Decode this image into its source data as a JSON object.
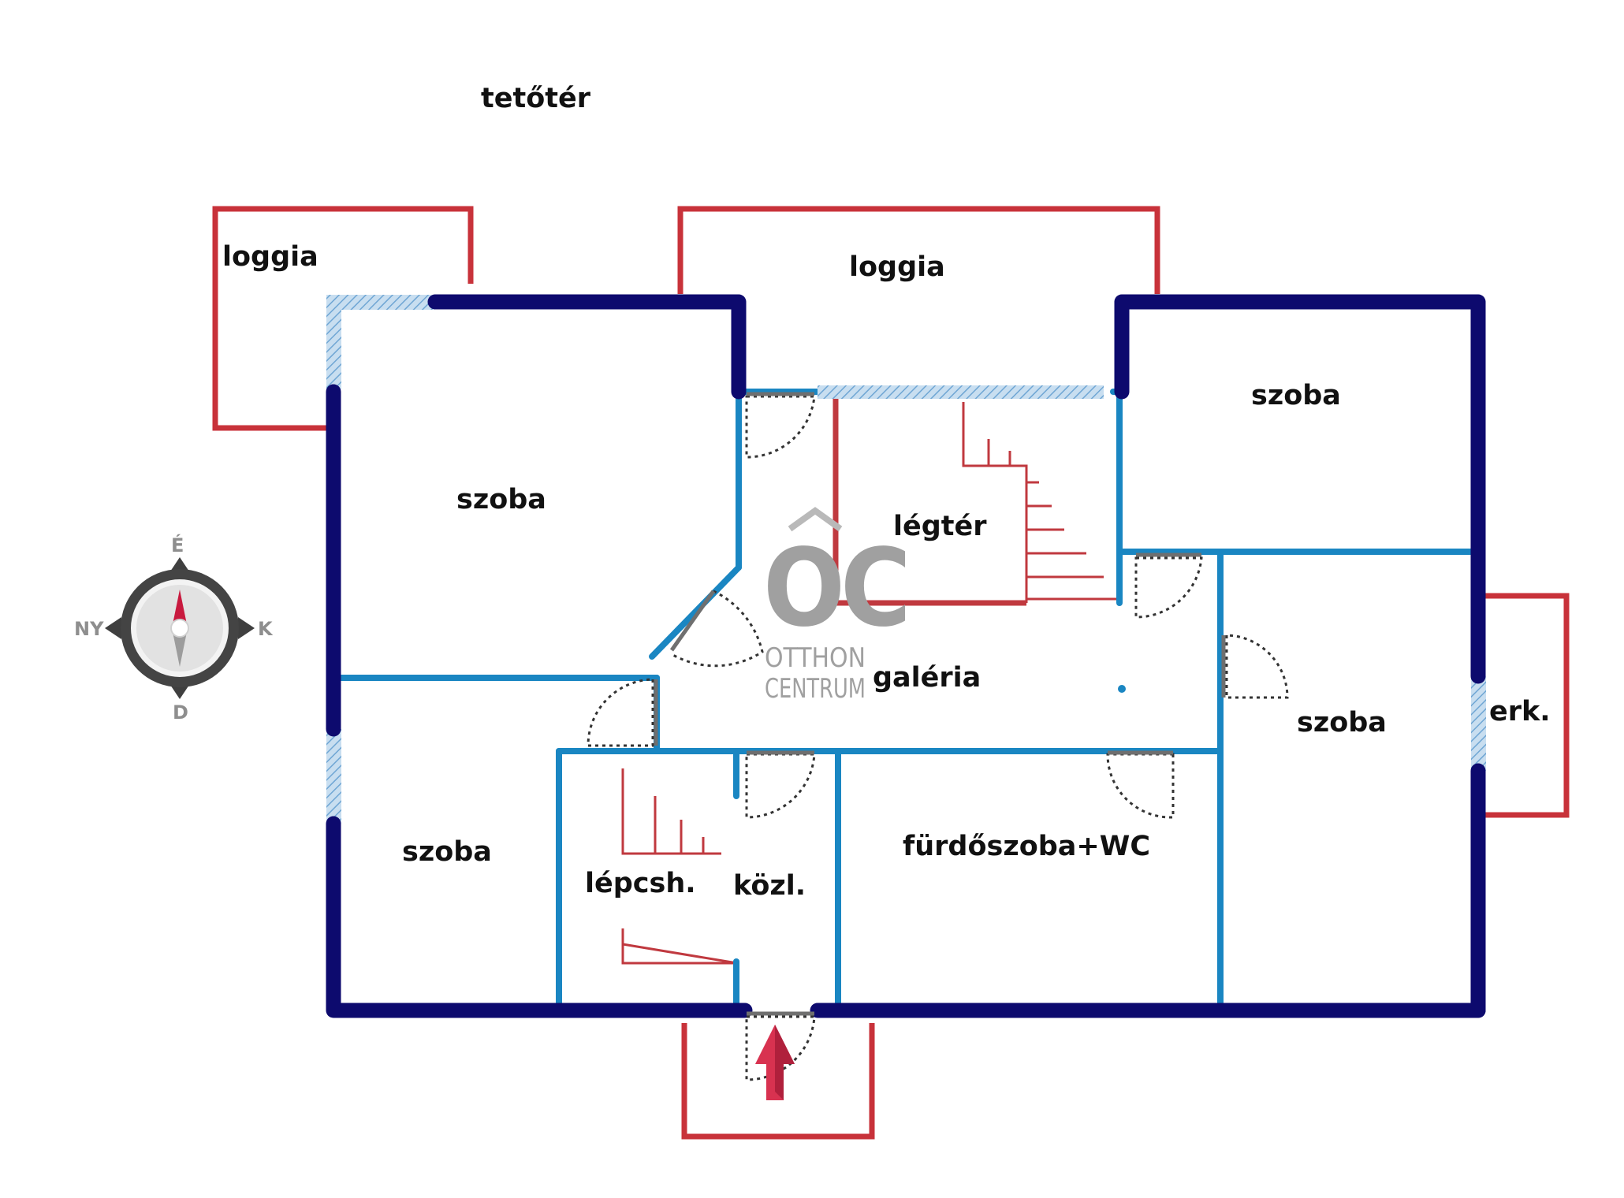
{
  "title": "tetőtér",
  "rooms": {
    "loggia_left": "loggia",
    "loggia_top": "loggia",
    "szoba_nw": "szoba",
    "szoba_ne": "szoba",
    "legter": "légtér",
    "galeria": "galéria",
    "szoba_e": "szoba",
    "erkely": "erk.",
    "szoba_sw": "szoba",
    "lepcsohaz": "lépcsh.",
    "kozlekedo": "közl.",
    "furdoszoba": "fürdőszoba+WC"
  },
  "compass": {
    "north": "É",
    "east": "K",
    "south": "D",
    "west": "NY"
  },
  "watermark": {
    "line1": "OTTHON",
    "line2": "CENTRUM"
  },
  "colors": {
    "outer_wall": "#0d0a6e",
    "inner_wall": "#1a86c2",
    "balcony_outline": "#c8323a",
    "window_hatch": "#a9cbe6",
    "entrance_arrow": "#d83250",
    "stair": "#c0393f",
    "watermark": "#a0a0a0"
  },
  "icons": [
    "compass-icon",
    "entrance-arrow-icon",
    "watermark-logo-icon",
    "door-swing-icon",
    "stair-icon"
  ]
}
